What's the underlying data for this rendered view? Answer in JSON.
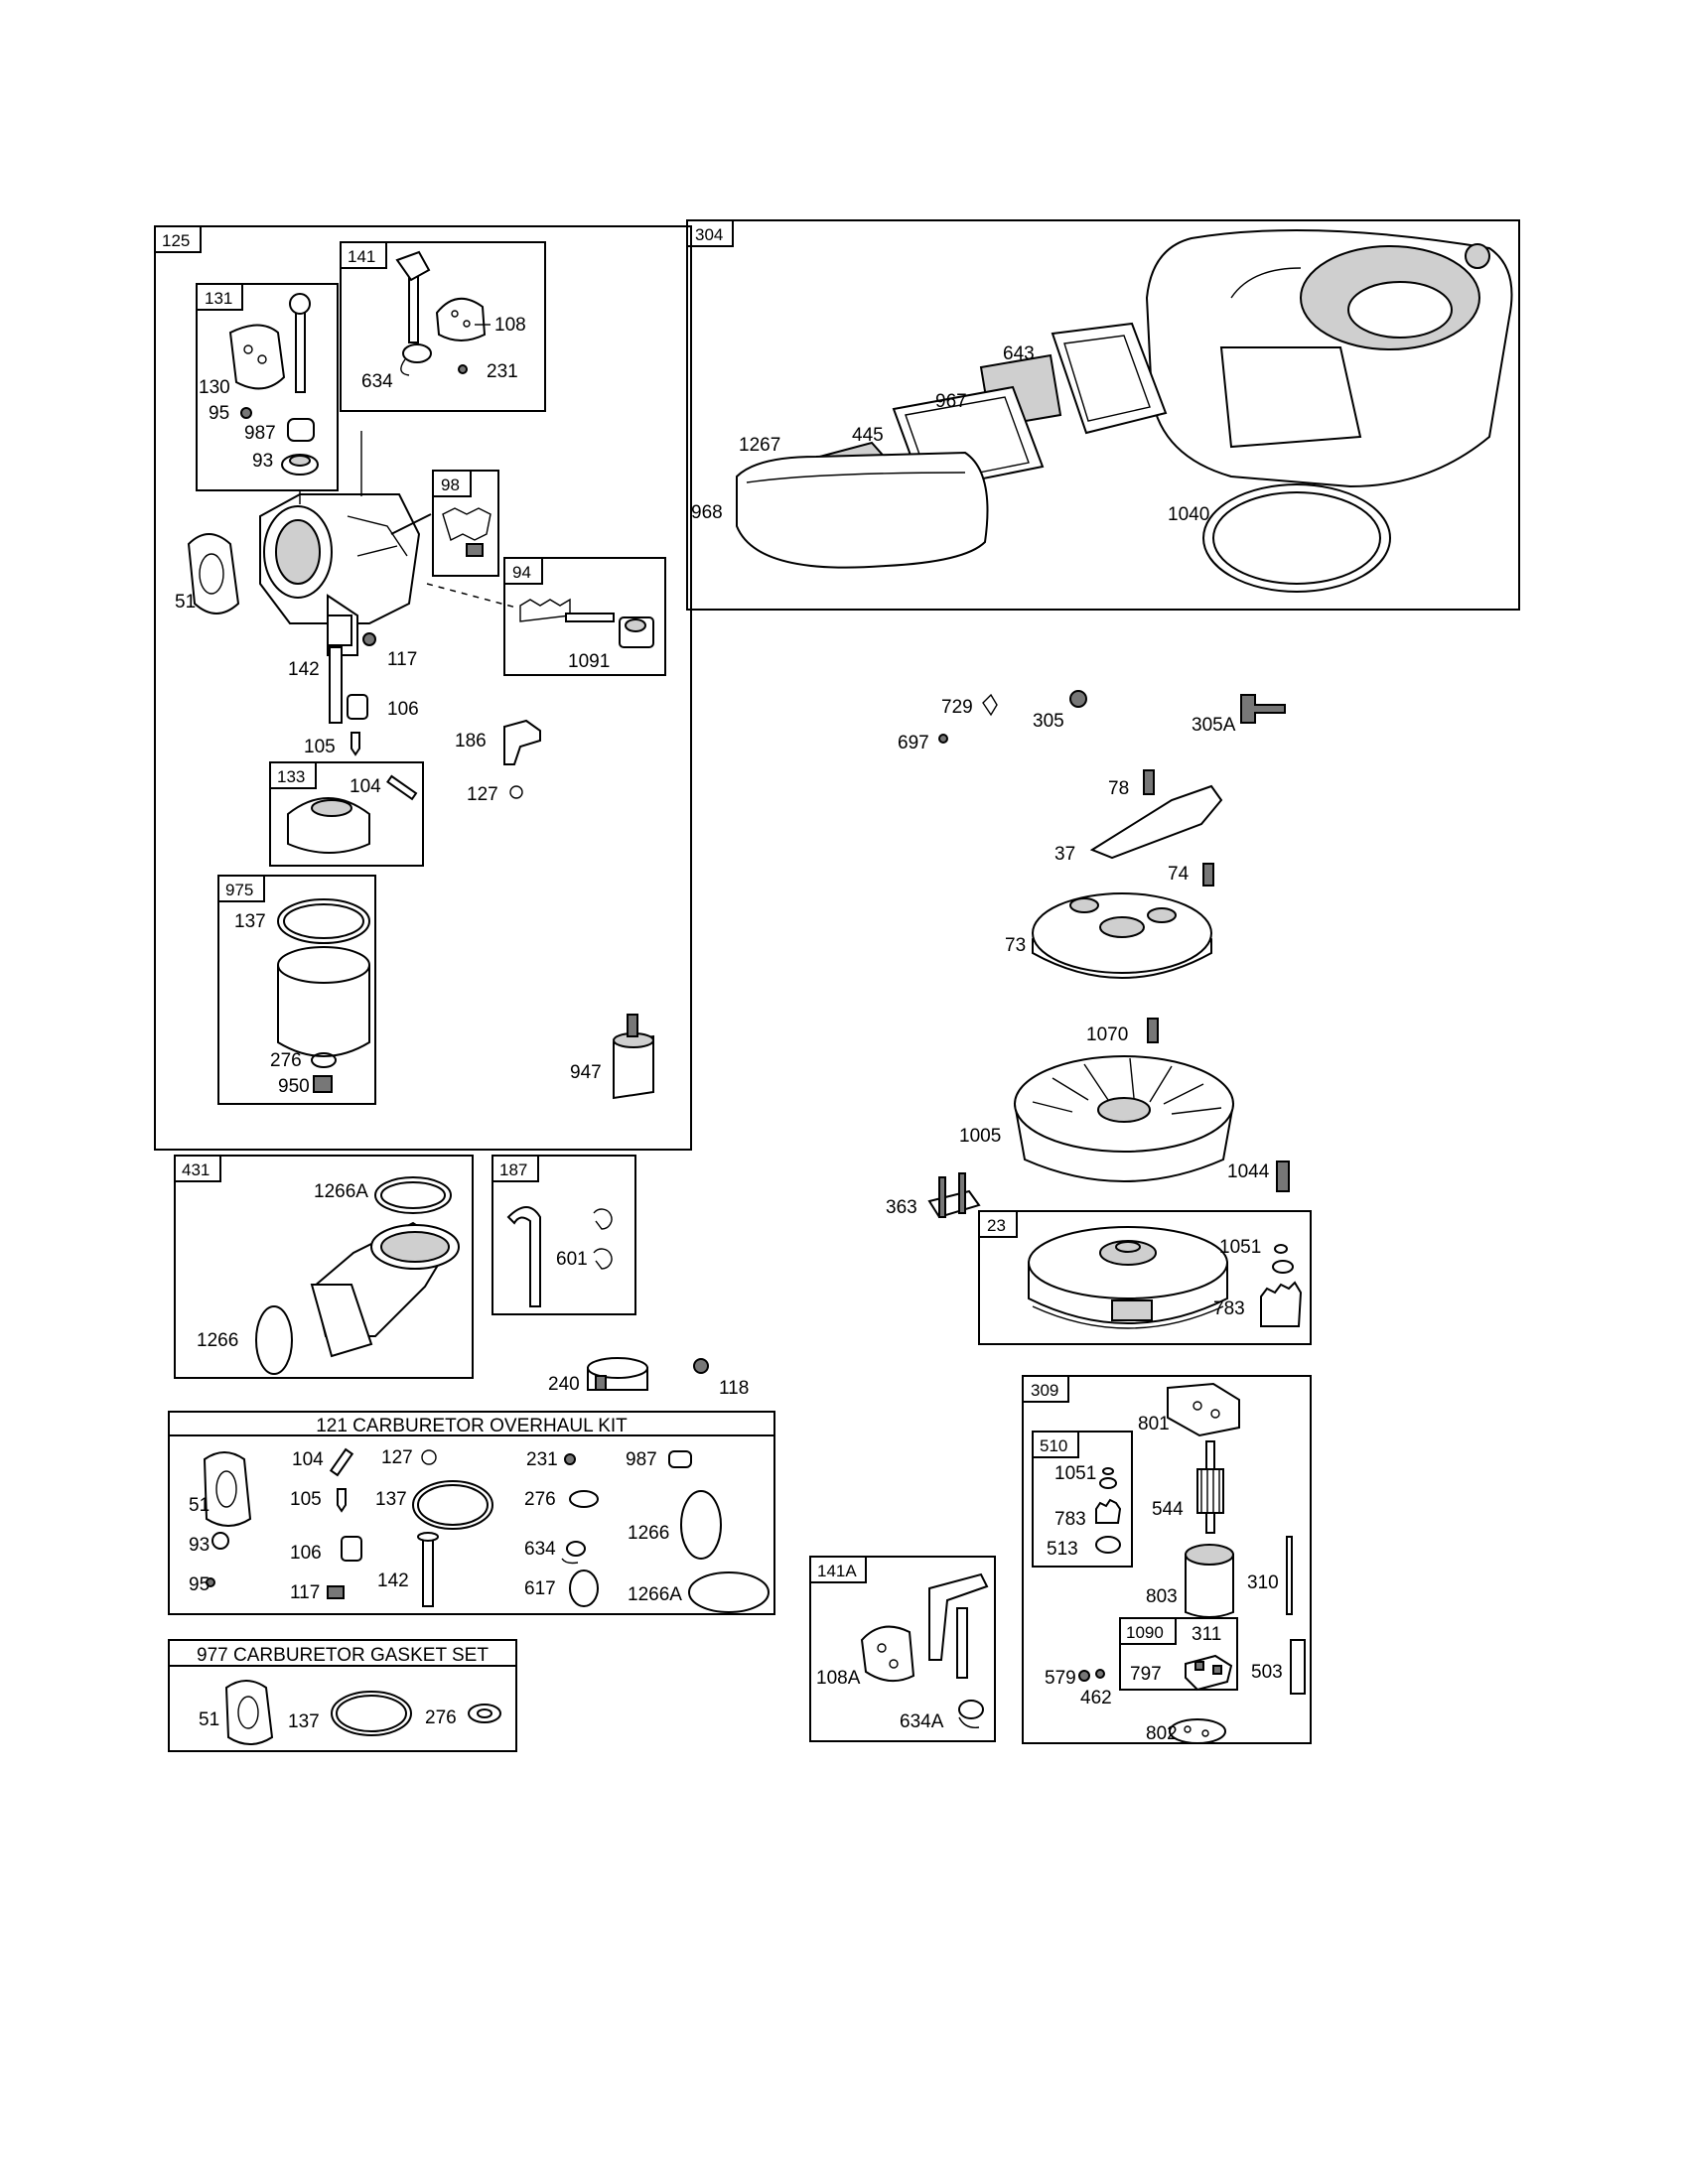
{
  "boxes": {
    "b125": "125",
    "b131": "131",
    "b141": "141",
    "b98": "98",
    "b94": "94",
    "b133": "133",
    "b975": "975",
    "b304": "304",
    "b431": "431",
    "b187": "187",
    "b23": "23",
    "b309": "309",
    "b510": "510",
    "b1090": "1090",
    "b141a": "141A"
  },
  "kits": {
    "overhaul_title": "121 CARBURETOR OVERHAUL KIT",
    "gasket_title": "977 CARBURETOR GASKET SET"
  },
  "parts": {
    "p108": "108",
    "p231": "231",
    "p634": "634",
    "p130": "130",
    "p95": "95",
    "p987": "987",
    "p93": "93",
    "p51": "51",
    "p117": "117",
    "p1091": "1091",
    "p142": "142",
    "p106": "106",
    "p105": "105",
    "p186": "186",
    "p104": "104",
    "p127": "127",
    "p137": "137",
    "p276": "276",
    "p950": "950",
    "p947": "947",
    "p643": "643",
    "p967": "967",
    "p1267": "1267",
    "p445": "445",
    "p968": "968",
    "p1040": "1040",
    "p729": "729",
    "p305": "305",
    "p305a": "305A",
    "p697": "697",
    "p78": "78",
    "p37": "37",
    "p74": "74",
    "p73": "73",
    "p1070": "1070",
    "p1005": "1005",
    "p1044": "1044",
    "p363": "363",
    "p1051": "1051",
    "p783": "783",
    "p1266a": "1266A",
    "p1266": "1266",
    "p601": "601",
    "p240": "240",
    "p118": "118",
    "p801": "801",
    "p544": "544",
    "p1051b": "1051",
    "p783b": "783",
    "p513": "513",
    "p803": "803",
    "p310": "310",
    "p311": "311",
    "p579": "579",
    "p797": "797",
    "p503": "503",
    "p462": "462",
    "p802": "802",
    "p108a": "108A",
    "p634a": "634A",
    "k51": "51",
    "k104": "104",
    "k127": "127",
    "k231": "231",
    "k987": "987",
    "k105": "105",
    "k137": "137",
    "k276": "276",
    "k93": "93",
    "k106": "106",
    "k634": "634",
    "k1266": "1266",
    "k95": "95",
    "k117": "117",
    "k142": "142",
    "k617": "617",
    "k1266a": "1266A",
    "g51": "51",
    "g137": "137",
    "g276": "276"
  }
}
